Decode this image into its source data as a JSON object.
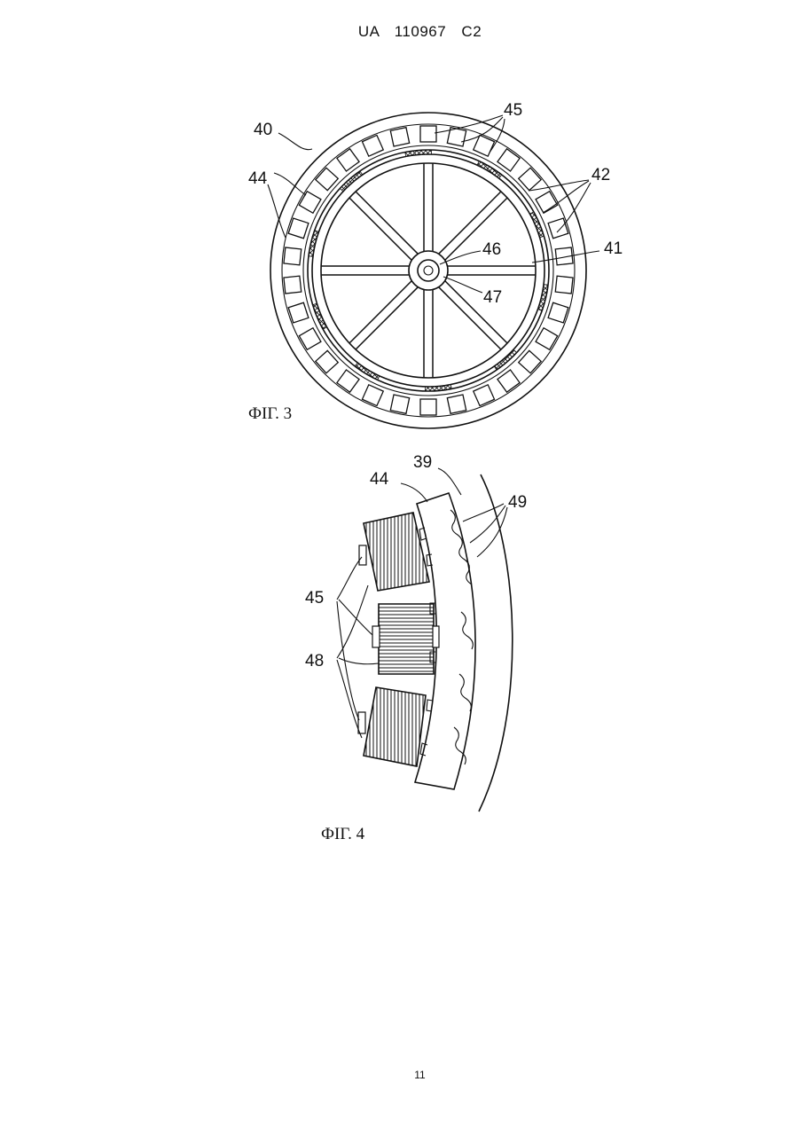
{
  "header": {
    "doc_id": "UA   110967   C2"
  },
  "figure3": {
    "caption": "ФІГ. 3",
    "labels": {
      "l40": "40",
      "l44": "44",
      "l45": "45",
      "l42": "42",
      "l41": "41",
      "l46": "46",
      "l47": "47"
    }
  },
  "figure4": {
    "caption": "ФІГ. 4",
    "labels": {
      "l39": "39",
      "l44": "44",
      "l49": "49",
      "l45": "45",
      "l48": "48"
    }
  },
  "footer": {
    "page_number": "11"
  }
}
